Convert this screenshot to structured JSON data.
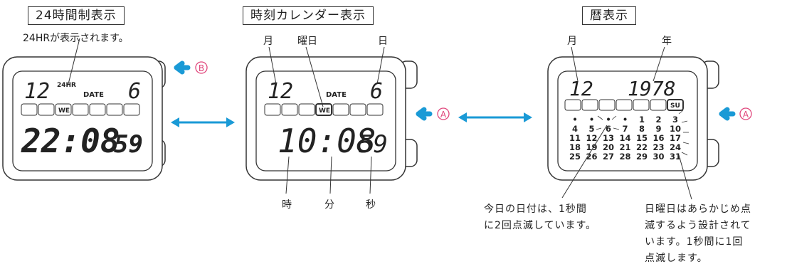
{
  "panels": {
    "left": {
      "title": "24時間制表示",
      "note": "24HRが表示されます。",
      "month": "12",
      "day": "6",
      "hr_label": "24HR",
      "date_label": "DATE",
      "time": "22:08",
      "seconds": "59",
      "button_mark": "B"
    },
    "middle": {
      "title": "時刻カレンダー表示",
      "label_month": "月",
      "label_weekday": "曜日",
      "label_day": "日",
      "month": "12",
      "day": "6",
      "date_label": "DATE",
      "weekday": "WE",
      "time": "10:08",
      "seconds": "59",
      "label_hour": "時",
      "label_minute": "分",
      "label_second": "秒",
      "button_mark": "A"
    },
    "right": {
      "title": "暦表示",
      "label_month": "月",
      "label_year": "年",
      "month": "12",
      "year": "1978",
      "weekday": "SU",
      "button_mark": "A",
      "calendar": [
        [
          "•",
          "•",
          "•",
          "•",
          "1",
          "2",
          "3"
        ],
        [
          "4",
          "5",
          "6",
          "7",
          "8",
          "9",
          "10"
        ],
        [
          "11",
          "12",
          "13",
          "14",
          "15",
          "16",
          "17"
        ],
        [
          "18",
          "19",
          "20",
          "21",
          "22",
          "23",
          "24"
        ],
        [
          "25",
          "26",
          "27",
          "28",
          "29",
          "30",
          "31"
        ]
      ],
      "note_today": [
        "今日の日付は、1秒間",
        "に2回点滅しています。"
      ],
      "note_sunday": [
        "日曜日はあらかじめ点",
        "滅するよう設計されて",
        "います。1秒間に1回",
        "点滅します。"
      ]
    }
  },
  "colors": {
    "arrow": "#1a9ad6",
    "mark": "#e0457b",
    "line": "#333333"
  }
}
